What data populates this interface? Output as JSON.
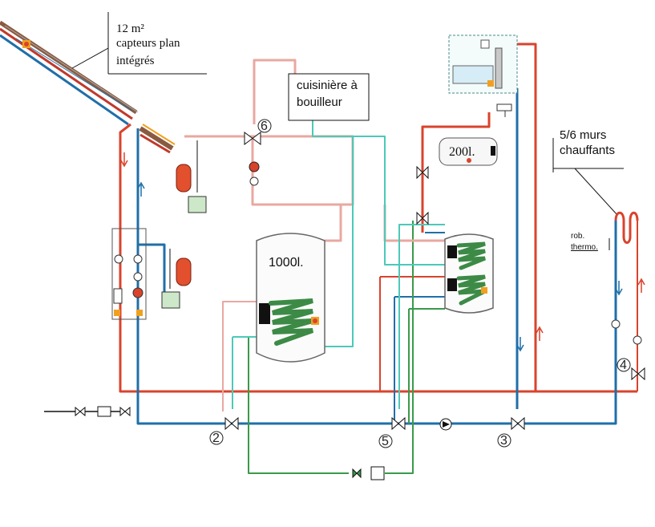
{
  "labels": {
    "collectors_area": "12 m²",
    "collectors_line1": "capteurs plan",
    "collectors_line2": "intégrés",
    "stove_line1": "cuisinière à",
    "stove_line2": "bouilleur",
    "tank_large": "1000l.",
    "tank_small": "200l.",
    "walls_line1": "5/6 murs",
    "walls_line2": "chauffants",
    "valve_thermo_line1": "rob.",
    "valve_thermo_line2": "thermo."
  },
  "valve_numbers": {
    "v2": "2",
    "v3": "3",
    "v4": "4",
    "v5": "5",
    "v6": "6"
  },
  "colors": {
    "hot": "#d9432c",
    "cold": "#1f6fa8",
    "stove": "#e8a8a0",
    "teal": "#4cc9b8",
    "green": "#3a9a4a",
    "black_pipe": "#111111",
    "coil": "#3c8a46"
  }
}
